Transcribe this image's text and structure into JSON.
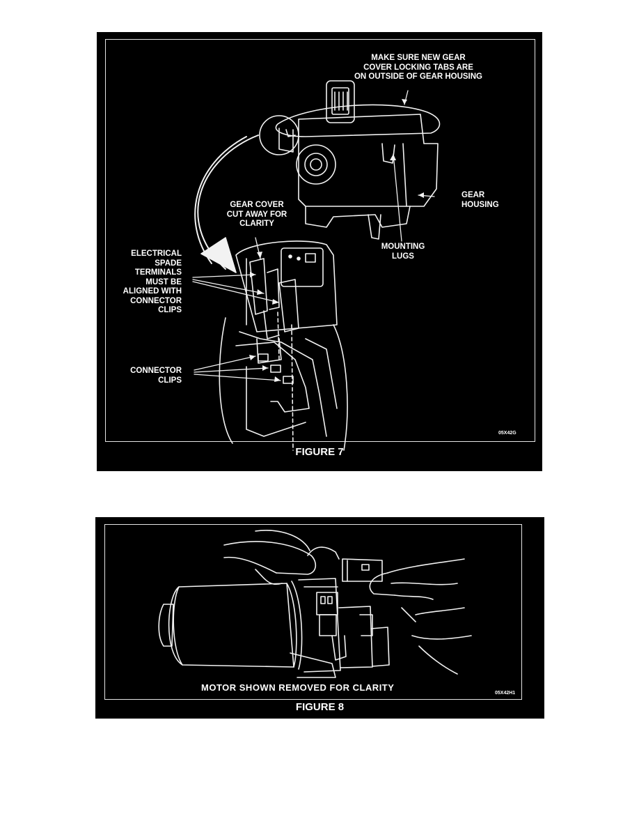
{
  "figure7": {
    "caption": "FIGURE 7",
    "code": "05X42G",
    "callouts": {
      "locking_tabs": "MAKE SURE NEW GEAR\nCOVER LOCKING TABS ARE\nON OUTSIDE OF GEAR HOUSING",
      "gear_housing": "GEAR\nHOUSING",
      "gear_cover": "GEAR COVER\nCUT AWAY FOR\nCLARITY",
      "mounting_lugs": "MOUNTING\nLUGS",
      "spade_terminals": "ELECTRICAL\nSPADE\nTERMINALS\nMUST BE\nALIGNED WITH\nCONNECTOR\nCLIPS",
      "connector_clips": "CONNECTOR\nCLIPS"
    }
  },
  "figure8": {
    "caption": "FIGURE 8",
    "code": "05X42H1",
    "note": "MOTOR SHOWN REMOVED FOR CLARITY"
  }
}
